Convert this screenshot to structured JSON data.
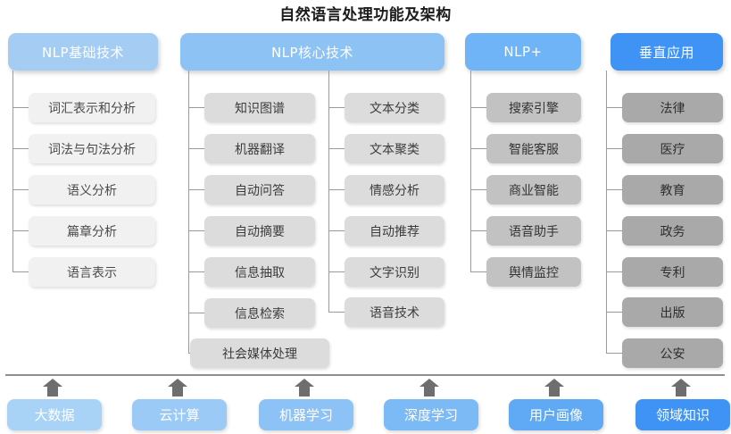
{
  "title": "自然语言处理功能及架构",
  "columns": [
    {
      "id": "nlp-basic",
      "header": "NLP基础技术",
      "header_color": "#a5cdf4",
      "node_color": "#f1f1f1",
      "nodes": [
        "词汇表示和分析",
        "词法与句法分析",
        "语义分析",
        "篇章分析",
        "语言表示"
      ]
    },
    {
      "id": "nlp-core",
      "header": "NLP核心技术",
      "header_color": "#8cc2f4",
      "node_color": "#dcdcdc",
      "nodes_left": [
        "知识图谱",
        "机器翻译",
        "自动问答",
        "自动摘要",
        "信息抽取",
        "信息检索",
        "社会媒体处理"
      ],
      "nodes_right": [
        "文本分类",
        "文本聚类",
        "情感分析",
        "自动推荐",
        "文字识别",
        "语音技术"
      ]
    },
    {
      "id": "nlp-plus",
      "header": "NLP+",
      "header_color": "#6fb4f6",
      "node_color": "#c2c2c2",
      "nodes": [
        "搜索引擎",
        "智能客服",
        "商业智能",
        "语音助手",
        "舆情监控"
      ]
    },
    {
      "id": "vertical-app",
      "header": "垂直应用",
      "header_color": "#3f93f4",
      "node_color": "#a9a9a9",
      "nodes": [
        "法律",
        "医疗",
        "教育",
        "政务",
        "专利",
        "出版",
        "公安"
      ]
    }
  ],
  "foundation": {
    "divider_color": "#8f8f8f",
    "arrow_color": "#6e6e6e",
    "items": [
      {
        "label": "大数据",
        "color": "#a9d2f7"
      },
      {
        "label": "云计算",
        "color": "#9ccaf7"
      },
      {
        "label": "机器学习",
        "color": "#8cc2f6"
      },
      {
        "label": "深度学习",
        "color": "#7cbaf6"
      },
      {
        "label": "用户画像",
        "color": "#5fa9f5"
      },
      {
        "label": "领域知识",
        "color": "#3f93f4"
      }
    ]
  },
  "watermark": ""
}
